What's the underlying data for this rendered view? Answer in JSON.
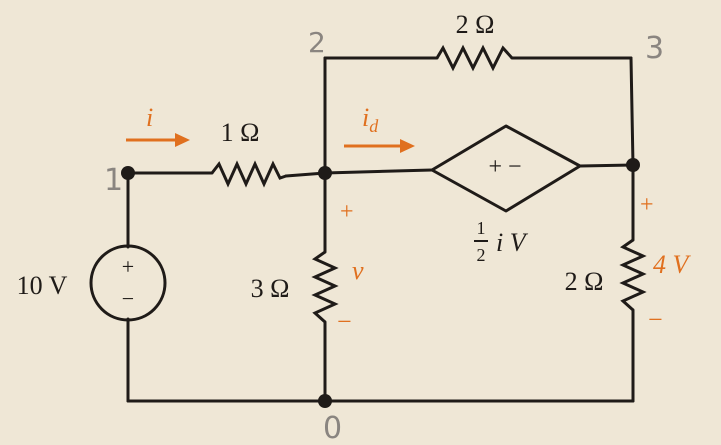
{
  "nodes": {
    "n0": "0",
    "n1": "1",
    "n2": "2",
    "n3": "3"
  },
  "components": {
    "source": {
      "value": "10 V",
      "plus": "+",
      "minus": "−"
    },
    "r_series": {
      "value": "1 Ω"
    },
    "r_shunt_mid": {
      "value": "3 Ω"
    },
    "r_top": {
      "value": "2 Ω"
    },
    "r_shunt_right": {
      "value": "2 Ω"
    },
    "dependent_source": {
      "signs": "+ −",
      "numerator": "1",
      "denominator": "2",
      "suffix": "i V"
    }
  },
  "annotations": {
    "current_i": "i",
    "current_id_main": "i",
    "current_id_sub": "d",
    "voltage_v": "v",
    "v_plus": "+",
    "v_minus": "−",
    "right_plus": "+",
    "right_minus": "−",
    "right_voltage": "4 V"
  },
  "colors": {
    "ink": "#1f1b18",
    "accent": "#e0701f",
    "handwriting": "#8a8580",
    "paper": "#efe7d6"
  }
}
